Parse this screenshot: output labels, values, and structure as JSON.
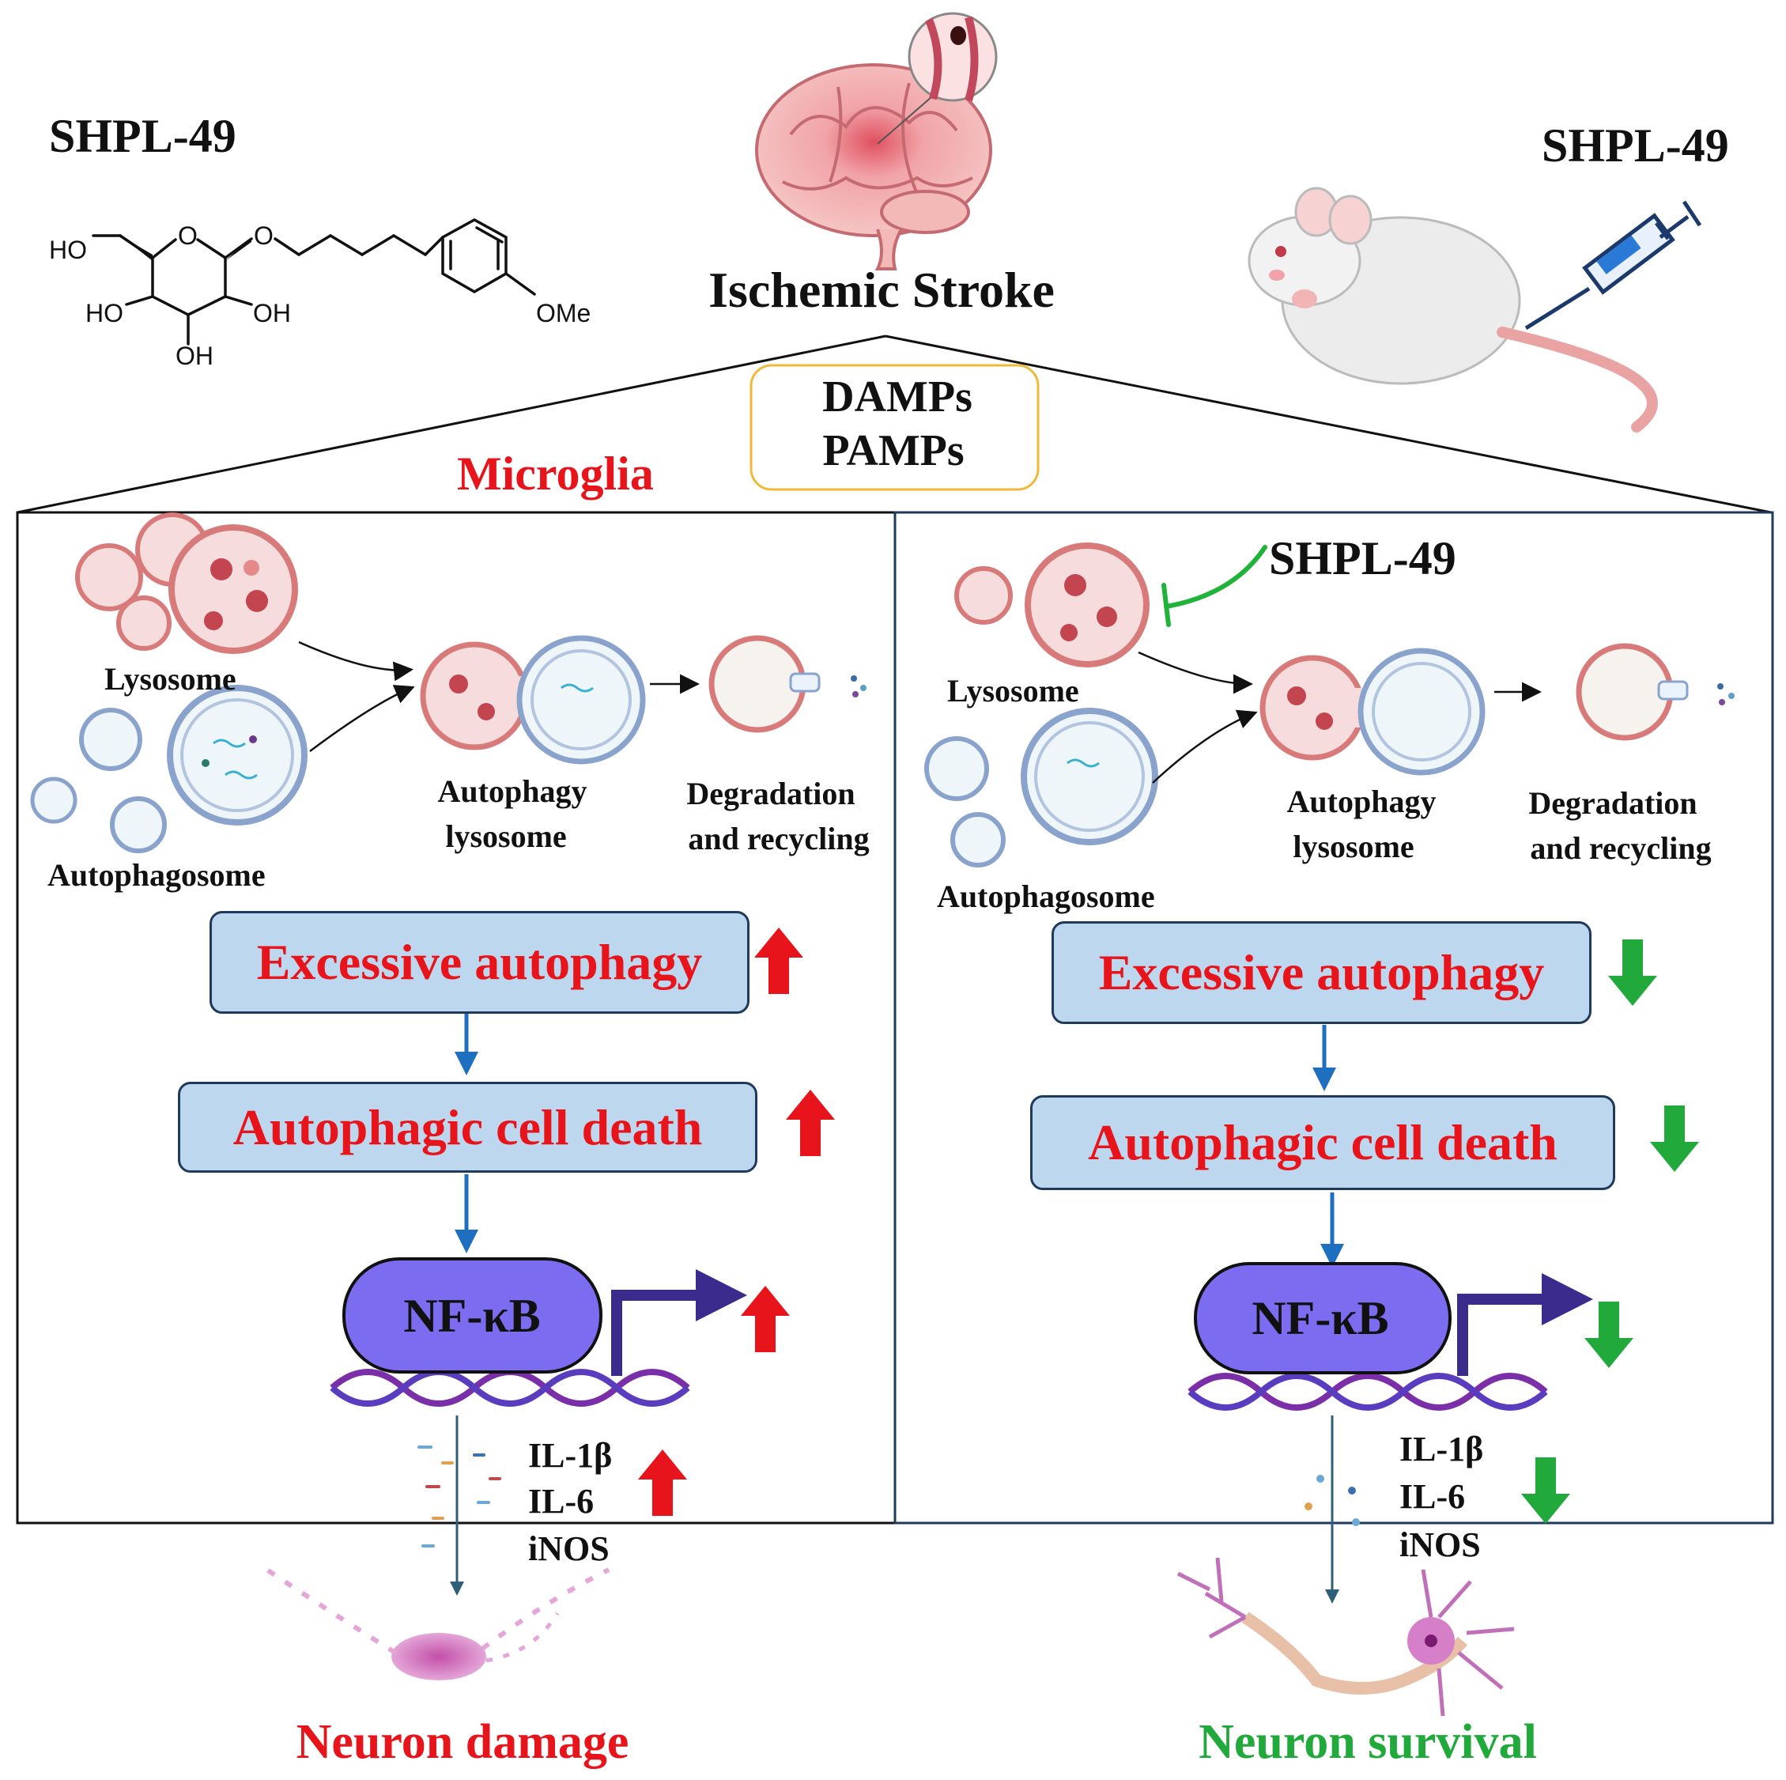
{
  "left_compound_title": "SHPL-49",
  "right_compound_title": "SHPL-49",
  "center_title": "Ischemic Stroke",
  "signals": [
    "DAMPs",
    "PAMPs"
  ],
  "cell_type_label": "Microglia",
  "inhibitor_label": "SHPL-49",
  "chem_labels": {
    "ho_top": "HO",
    "o_ring": "O",
    "o_link": "O",
    "ho_left": "HO",
    "oh_right": "OH",
    "oh_bottom": "OH",
    "ome": "OMe"
  },
  "left_panel": {
    "lysosome": "Lysosome",
    "autophagosome": "Autophagosome",
    "autophagy_lysosome": [
      "Autophagy",
      "lysosome"
    ],
    "degradation": [
      "Degradation",
      "and recycling"
    ],
    "excessive_autophagy": "Excessive autophagy",
    "cell_death": "Autophagic cell death",
    "tf": "NF-κB",
    "cytokines": [
      "IL-1β",
      "IL-6",
      "iNOS"
    ],
    "outcome": "Neuron damage",
    "trend_color": "#e8141b"
  },
  "right_panel": {
    "lysosome": "Lysosome",
    "autophagosome": "Autophagosome",
    "autophagy_lysosome": [
      "Autophagy",
      "lysosome"
    ],
    "degradation": [
      "Degradation",
      "and recycling"
    ],
    "excessive_autophagy": "Excessive autophagy",
    "cell_death": "Autophagic cell death",
    "tf": "NF-κB",
    "cytokines": [
      "IL-1β",
      "IL-6",
      "iNOS"
    ],
    "outcome": "Neuron survival",
    "trend_color": "#21a93c"
  },
  "colors": {
    "pathway_box": "#bdd7ee",
    "nfkb": "#7b6cf0",
    "dna_strand_a": "#7a2ea8",
    "dna_strand_b": "#5a3dbf",
    "promoter_arrow": "#3b2b8c",
    "signal_box_border": "#f0b93a",
    "flow_arrow": "#1f6fc0",
    "inhibition": "#1fb33a",
    "lysosome": "#d97a7a",
    "autophagosome": "#8aa3cc"
  }
}
